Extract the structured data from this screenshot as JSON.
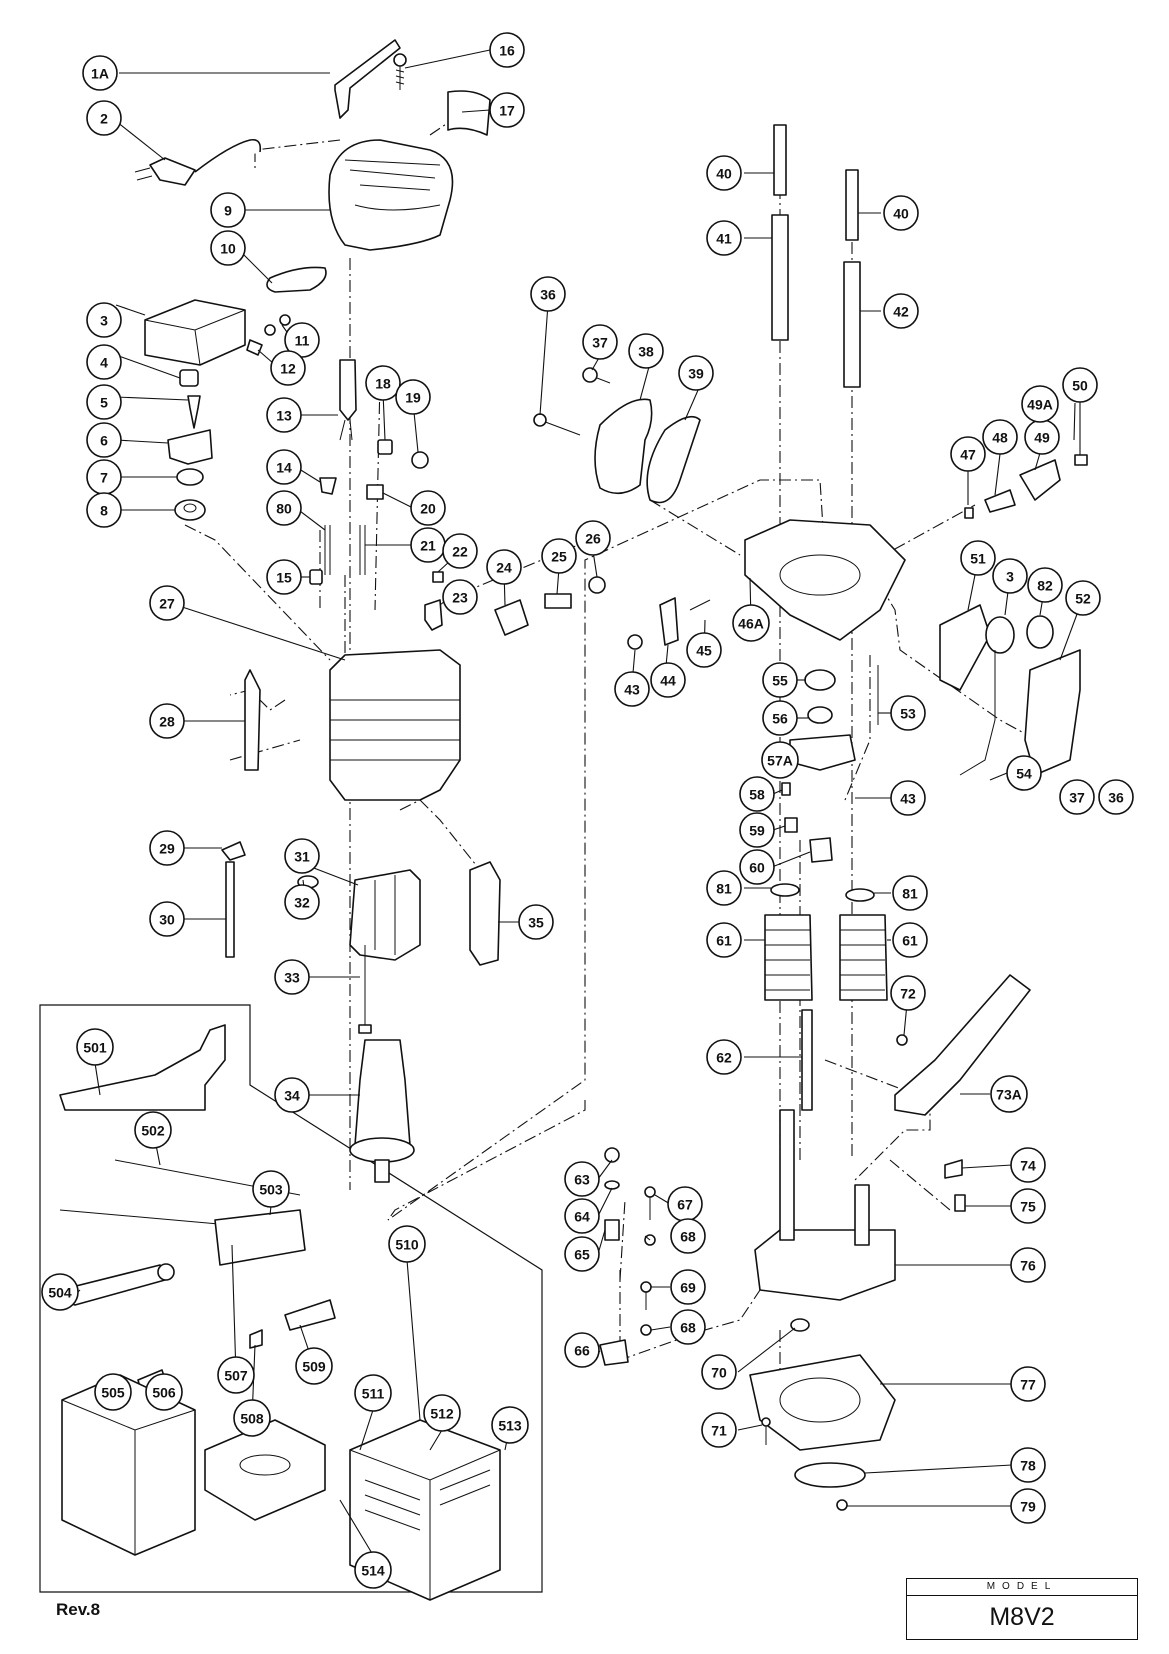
{
  "diagram": {
    "revision": "Rev.8",
    "model_label": "MODEL",
    "model_name": "M8V2"
  },
  "callouts": {
    "c1A": "1A",
    "c2": "2",
    "c3a": "3",
    "c3b": "3",
    "c4": "4",
    "c5": "5",
    "c6": "6",
    "c7": "7",
    "c8": "8",
    "c9": "9",
    "c10": "10",
    "c11": "11",
    "c12": "12",
    "c13": "13",
    "c14": "14",
    "c15": "15",
    "c16": "16",
    "c17": "17",
    "c18": "18",
    "c19": "19",
    "c20": "20",
    "c21": "21",
    "c22": "22",
    "c23": "23",
    "c24": "24",
    "c25": "25",
    "c26": "26",
    "c27": "27",
    "c28": "28",
    "c29": "29",
    "c30": "30",
    "c31": "31",
    "c32": "32",
    "c33": "33",
    "c34": "34",
    "c35": "35",
    "c36a": "36",
    "c36b": "36",
    "c37a": "37",
    "c37b": "37",
    "c38": "38",
    "c39": "39",
    "c40a": "40",
    "c40b": "40",
    "c41": "41",
    "c42": "42",
    "c43a": "43",
    "c43b": "43",
    "c44": "44",
    "c45": "45",
    "c46A": "46A",
    "c47": "47",
    "c48": "48",
    "c49": "49",
    "c49A": "49A",
    "c50": "50",
    "c51": "51",
    "c52": "52",
    "c53": "53",
    "c54": "54",
    "c55": "55",
    "c56": "56",
    "c57A": "57A",
    "c58": "58",
    "c59": "59",
    "c60": "60",
    "c61a": "61",
    "c61b": "61",
    "c62": "62",
    "c63": "63",
    "c64": "64",
    "c65": "65",
    "c66": "66",
    "c67": "67",
    "c68a": "68",
    "c68b": "68",
    "c69": "69",
    "c70": "70",
    "c71": "71",
    "c72": "72",
    "c73A": "73A",
    "c74": "74",
    "c75": "75",
    "c76": "76",
    "c77": "77",
    "c78": "78",
    "c79": "79",
    "c80": "80",
    "c81a": "81",
    "c81b": "81",
    "c82": "82",
    "c501": "501",
    "c502": "502",
    "c503": "503",
    "c504": "504",
    "c505": "505",
    "c506": "506",
    "c507": "507",
    "c508": "508",
    "c509": "509",
    "c510": "510",
    "c511": "511",
    "c512": "512",
    "c513": "513",
    "c514": "514"
  },
  "colors": {
    "ink": "#111111",
    "paper": "#ffffff"
  }
}
